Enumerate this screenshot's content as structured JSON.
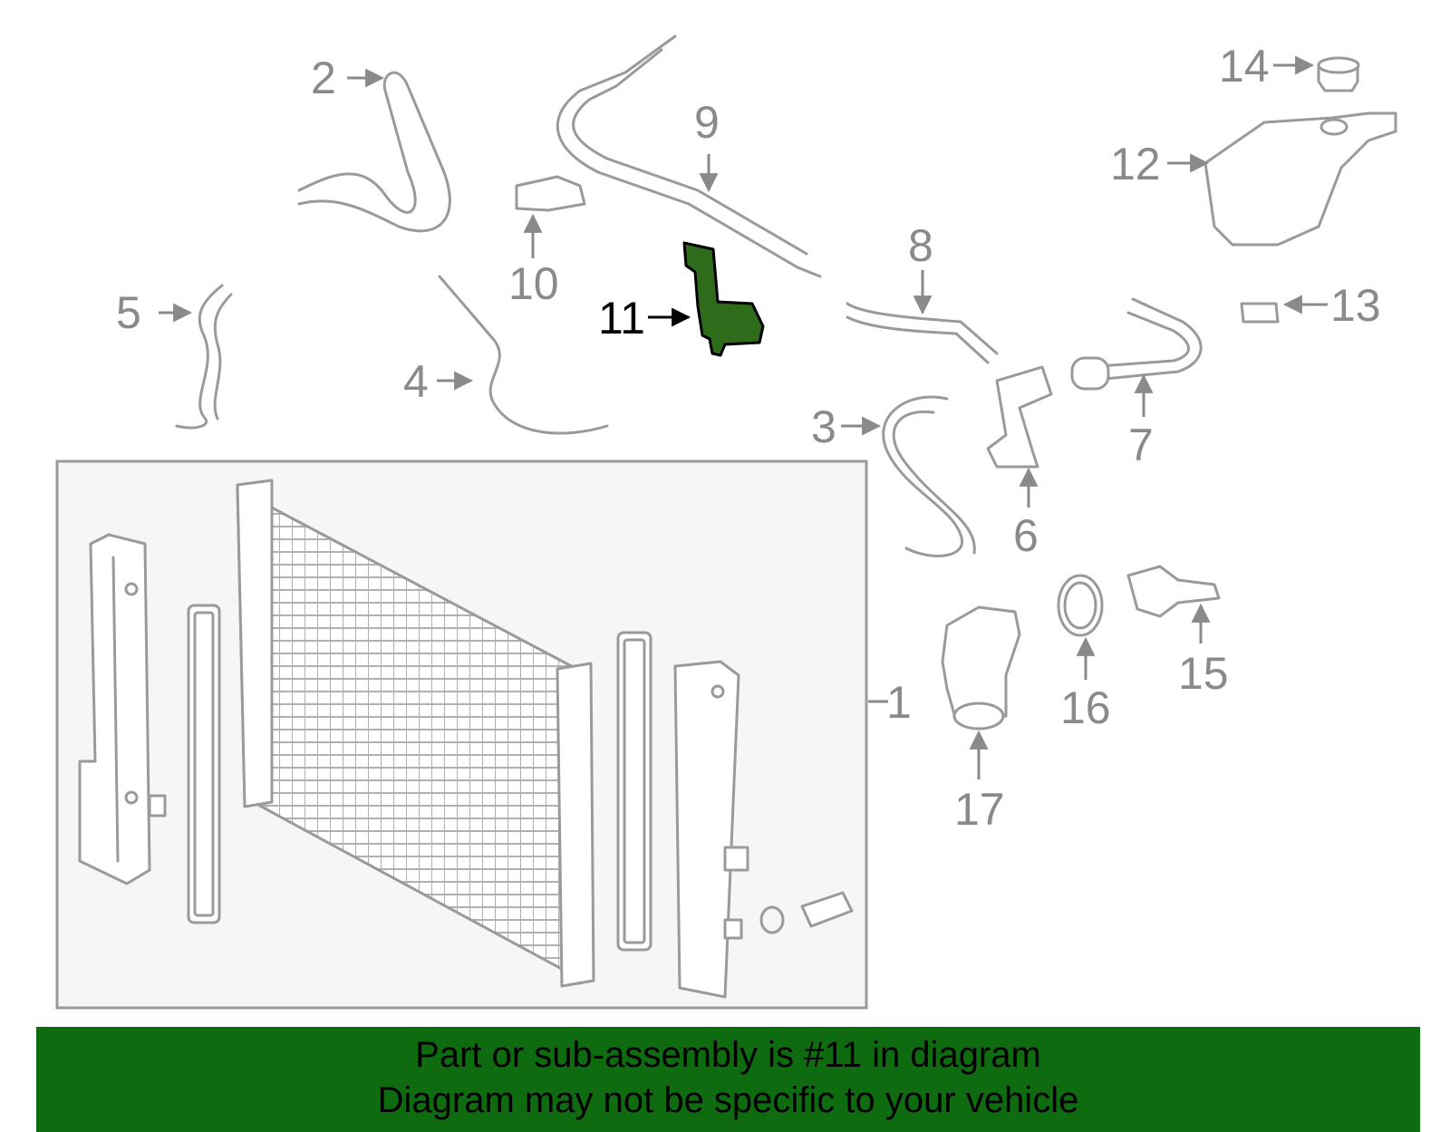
{
  "diagram": {
    "callouts": [
      "1",
      "2",
      "3",
      "4",
      "5",
      "6",
      "7",
      "8",
      "9",
      "10",
      "11",
      "12",
      "13",
      "14",
      "15",
      "16",
      "17"
    ],
    "highlighted_part": "11",
    "highlight_color": "#2e6b1a",
    "banner_color": "#0f6b0f"
  },
  "banner": {
    "line1": "Part or sub-assembly is #11 in diagram",
    "line2": "Diagram may not be specific to your vehicle"
  }
}
